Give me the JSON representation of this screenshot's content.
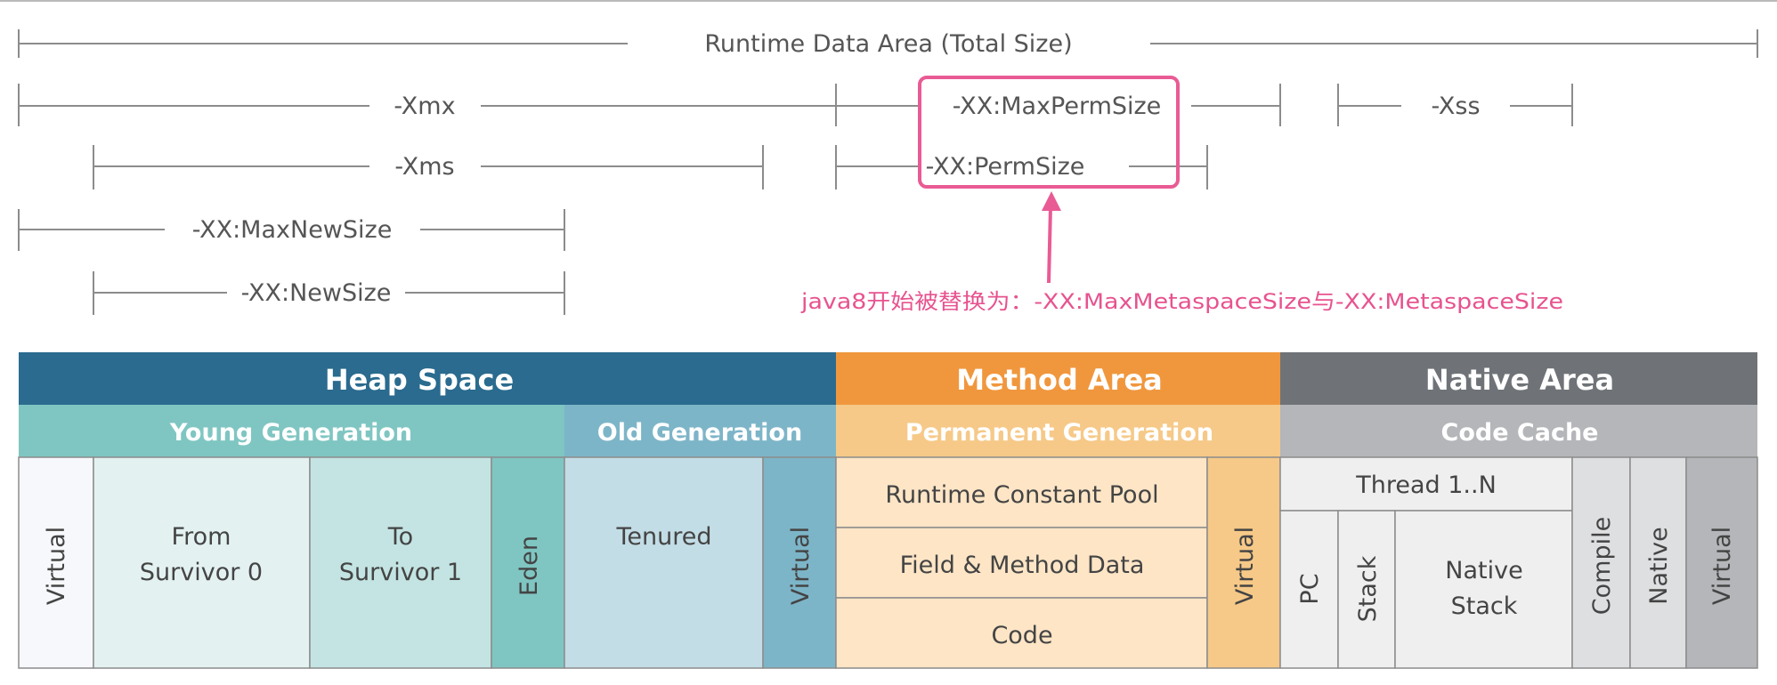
{
  "colors": {
    "heap": "#2a6b8f",
    "young": "#7fc6c2",
    "old": "#7db5c8",
    "method": "#f0973e",
    "perm": "#f6c988",
    "native": "#6f7377",
    "code_cache": "#b4b6b9",
    "highlight": "#e95b95",
    "line": "#8c8c8c"
  },
  "dimensions": {
    "runtime": "Runtime Data Area (Total Size)",
    "xmx": "-Xmx",
    "max_perm": "-XX:MaxPermSize",
    "xss": "-Xss",
    "xms": "-Xms",
    "perm": "-XX:PermSize",
    "max_new": "-XX:MaxNewSize",
    "new_size": "-XX:NewSize"
  },
  "note": "java8开始被替换为：-XX:MaxMetaspaceSize与-XX:MetaspaceSize",
  "headers": {
    "heap": "Heap Space",
    "method": "Method Area",
    "native": "Native Area",
    "young": "Young Generation",
    "old": "Old Generation",
    "perm": "Permanent Generation",
    "code_cache": "Code Cache"
  },
  "cells": {
    "virtual": "Virtual",
    "from_1": "From",
    "from_2": "Survivor 0",
    "to_1": "To",
    "to_2": "Survivor 1",
    "eden": "Eden",
    "tenured": "Tenured",
    "rcp": "Runtime Constant Pool",
    "fmd": "Field & Method Data",
    "code": "Code",
    "thread": "Thread 1..N",
    "pc": "PC",
    "stack": "Stack",
    "native_stack_1": "Native",
    "native_stack_2": "Stack",
    "compile": "Compile",
    "native": "Native"
  }
}
